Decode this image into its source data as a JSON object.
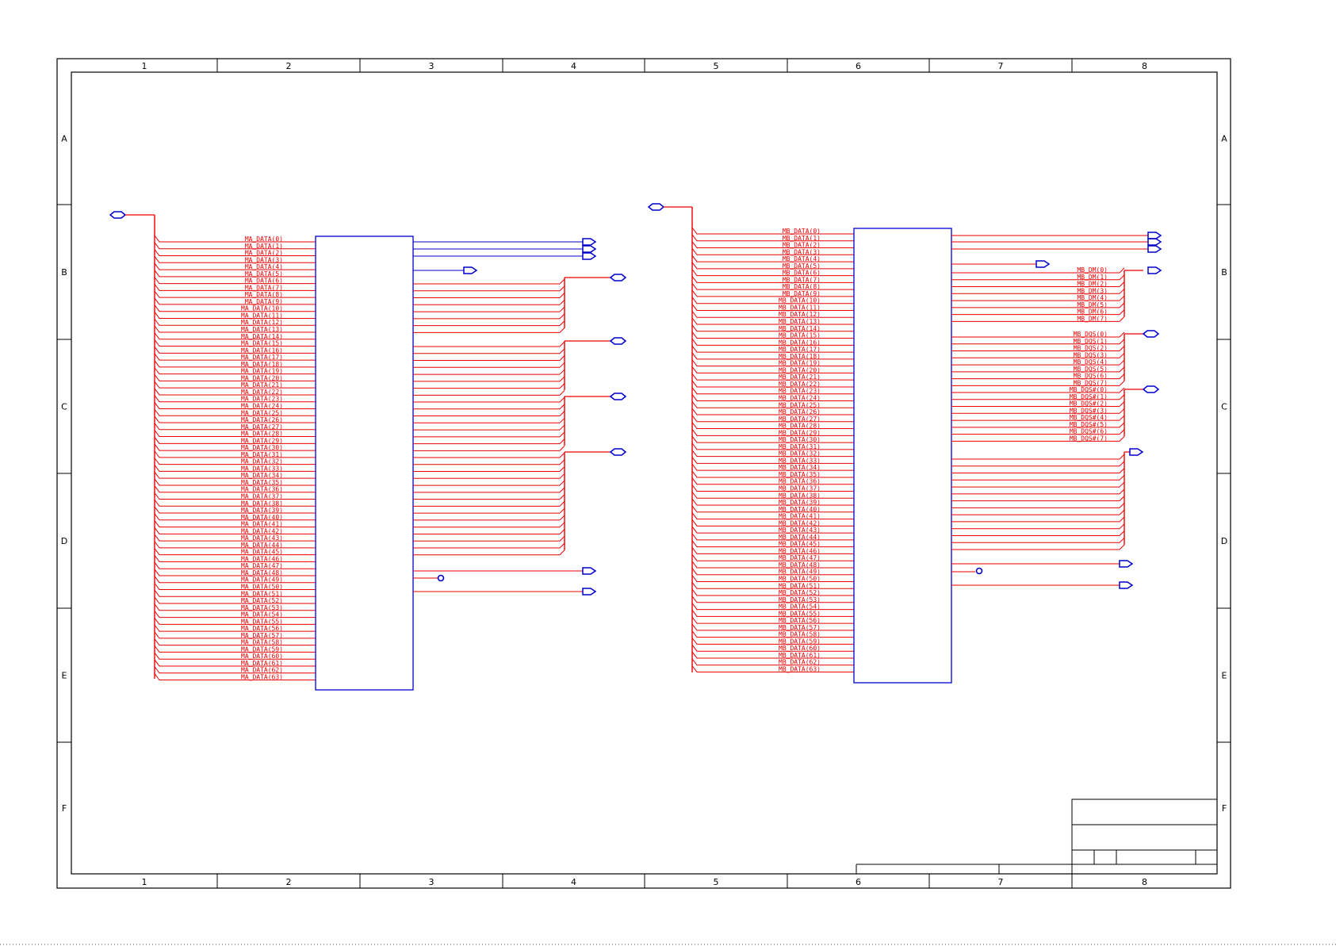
{
  "sheet": {
    "columns": [
      "1",
      "2",
      "3",
      "4",
      "5",
      "6",
      "7",
      "8"
    ],
    "rows": [
      "A",
      "B",
      "C",
      "D",
      "E",
      "F"
    ]
  },
  "colors": {
    "net": "#ee0000",
    "symbol": "#0000cc",
    "frame": "#000000",
    "background": "#ffffff"
  },
  "left_block": {
    "net_prefix": "MA_DATA",
    "net_count": 64,
    "outputs": {
      "grouped": 4
    }
  },
  "right_block": {
    "net_prefix": "MB_DATA",
    "net_count": 64,
    "dm_labels": [
      "MB_DM(0)",
      "MB_DM(1)",
      "MB_DM(2)",
      "MB_DM(3)",
      "MB_DM(4)",
      "MB_DM(5)",
      "MB_DM(6)",
      "MB_DM(7)"
    ],
    "dqs_labels": [
      "MB_DQS(0)",
      "MB_DQS(1)",
      "MB_DQS(2)",
      "MB_DQS(3)",
      "MB_DQS(4)",
      "MB_DQS(5)",
      "MB_DQS(6)",
      "MB_DQS(7)"
    ],
    "dqsn_labels": [
      "MB_DQS#(0)",
      "MB_DQS#(1)",
      "MB_DQS#(2)",
      "MB_DQS#(3)",
      "MB_DQS#(4)",
      "MB_DQS#(5)",
      "MB_DQS#(6)",
      "MB_DQS#(7)"
    ]
  }
}
